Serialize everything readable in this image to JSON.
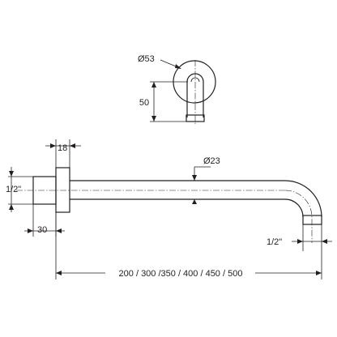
{
  "dimensions": {
    "flange_diameter": "Ø53",
    "elbow_height": "50",
    "flange_thickness": "18",
    "pipe_diameter": "Ø23",
    "inlet_thread": "1/2\"",
    "inlet_length": "30",
    "outlet_thread": "1/2\"",
    "arm_lengths": "200 / 300 /350 / 400 / 450 / 500"
  }
}
